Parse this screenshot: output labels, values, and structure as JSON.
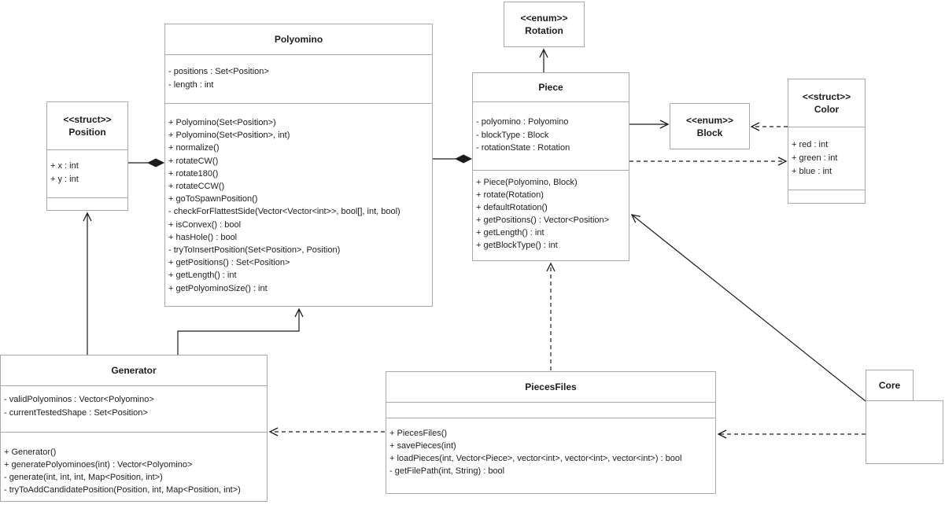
{
  "diagram": {
    "classes": {
      "polyomino": {
        "name": "Polyomino",
        "attributes": [
          "- positions : Set<Position>",
          "- length : int"
        ],
        "methods": [
          "+ Polyomino(Set<Position>)",
          "+ Polyomino(Set<Position>, int)",
          "+ normalize()",
          "+ rotateCW()",
          "+ rotate180()",
          "+ rotateCCW()",
          "+ goToSpawnPosition()",
          "- checkForFlattestSide(Vector<Vector<int>>, bool[], int, bool)",
          "+ isConvex() : bool",
          "+ hasHole() : bool",
          "- tryToInsertPosition(Set<Position>, Position)",
          "+ getPositions() : Set<Position>",
          "+ getLength() : int",
          "+ getPolyominoSize() : int"
        ]
      },
      "position": {
        "stereotype": "<<struct>>",
        "name": "Position",
        "attributes": [
          "+ x : int",
          "+ y : int"
        ]
      },
      "rotation": {
        "stereotype": "<<enum>>",
        "name": "Rotation"
      },
      "piece": {
        "name": "Piece",
        "attributes": [
          "- polyomino : Polyomino",
          "- blockType : Block",
          "- rotationState : Rotation"
        ],
        "methods": [
          "+ Piece(Polyomino, Block)",
          "+ rotate(Rotation)",
          "+ defaultRotation()",
          "+ getPositions() : Vector<Position>",
          "+ getLength() : int",
          "+ getBlockType() : int"
        ]
      },
      "block": {
        "stereotype": "<<enum>>",
        "name": "Block"
      },
      "color": {
        "stereotype": "<<struct>>",
        "name": "Color",
        "attributes": [
          "+ red : int",
          "+ green : int",
          "+ blue : int"
        ]
      },
      "generator": {
        "name": "Generator",
        "attributes": [
          "- validPolyominos : Vector<Polyomino>",
          "- currentTestedShape : Set<Position>"
        ],
        "methods": [
          "+ Generator()",
          "+ generatePolyominoes(int) : Vector<Polyomino>",
          "- generate(int, int, int, Map<Position, int>)",
          "- tryToAddCandidatePosition(Position, int, Map<Position, int>)"
        ]
      },
      "piecesFiles": {
        "name": "PiecesFiles",
        "methods": [
          "+ PiecesFiles()",
          "+ savePieces(int)",
          "+ loadPieces(int, Vector<Piece>, vector<int>, vector<int>, vector<int>) : bool",
          "- getFilePath(int, String) : bool"
        ]
      },
      "core": {
        "name": "Core"
      }
    },
    "relationships": [
      {
        "container": "Polyomino",
        "part": "Position",
        "type": "composition"
      },
      {
        "container": "Piece",
        "part": "Polyomino",
        "type": "composition"
      },
      {
        "from": "Piece",
        "to": "Rotation",
        "type": "association"
      },
      {
        "from": "Piece",
        "to": "Block",
        "type": "association"
      },
      {
        "from": "Color",
        "to": "Block",
        "type": "dependency"
      },
      {
        "from": "Piece",
        "to": "Color",
        "type": "dependency"
      },
      {
        "from": "Generator",
        "to": "Position",
        "type": "association"
      },
      {
        "from": "Generator",
        "to": "Polyomino",
        "type": "association"
      },
      {
        "from": "PiecesFiles",
        "to": "Piece",
        "type": "dependency"
      },
      {
        "from": "PiecesFiles",
        "to": "Generator",
        "type": "dependency"
      },
      {
        "from": "Core",
        "to": "Piece",
        "type": "association"
      },
      {
        "from": "Core",
        "to": "PiecesFiles",
        "type": "dependency"
      }
    ]
  }
}
